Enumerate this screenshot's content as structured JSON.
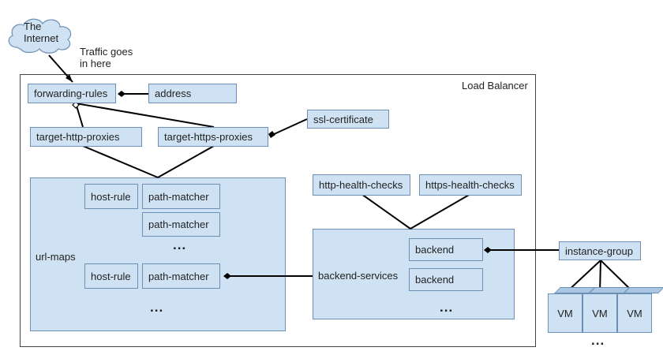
{
  "internet_label": "The Internet",
  "traffic_label": "Traffic goes in here",
  "load_balancer_label": "Load Balancer",
  "forwarding_rules": "forwarding-rules",
  "address": "address",
  "ssl_certificate": "ssl-certificate",
  "target_http_proxies": "target-http-proxies",
  "target_https_proxies": "target-https-proxies",
  "url_maps": "url-maps",
  "host_rule": "host-rule",
  "path_matcher": "path-matcher",
  "ellipsis": "...",
  "http_health_checks": "http-health-checks",
  "https_health_checks": "https-health-checks",
  "backend_services": "backend-services",
  "backend": "backend",
  "instance_group": "instance-group",
  "vm": "VM",
  "colors": {
    "box_fill": "#cfe2f3",
    "box_border": "#6d8fb3",
    "line": "#000000"
  }
}
